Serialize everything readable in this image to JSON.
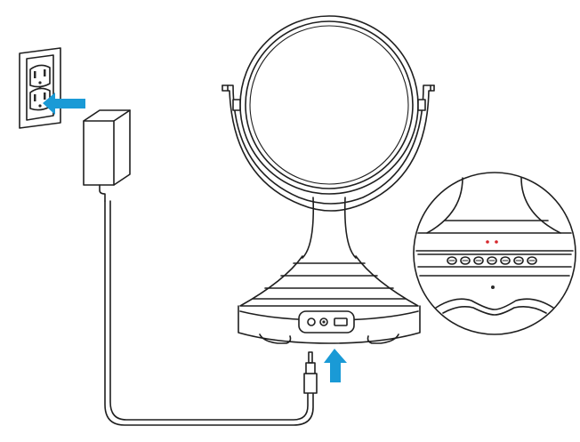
{
  "diagram": {
    "colors": {
      "accent": "#1a9ad6",
      "line": "#1f1f1f",
      "led": "#d6262b",
      "background": "#ffffff"
    },
    "parts": [
      "wall-outlet",
      "power-adapter",
      "power-cable",
      "dc-plug",
      "vanity-mirror",
      "mirror-base",
      "base-detail-callout"
    ],
    "arrows": [
      {
        "name": "insert-adapter-into-outlet",
        "direction": "left"
      },
      {
        "name": "insert-plug-into-base",
        "direction": "up"
      }
    ],
    "callout": {
      "buttons": 7,
      "indicator_leds": 2
    }
  }
}
